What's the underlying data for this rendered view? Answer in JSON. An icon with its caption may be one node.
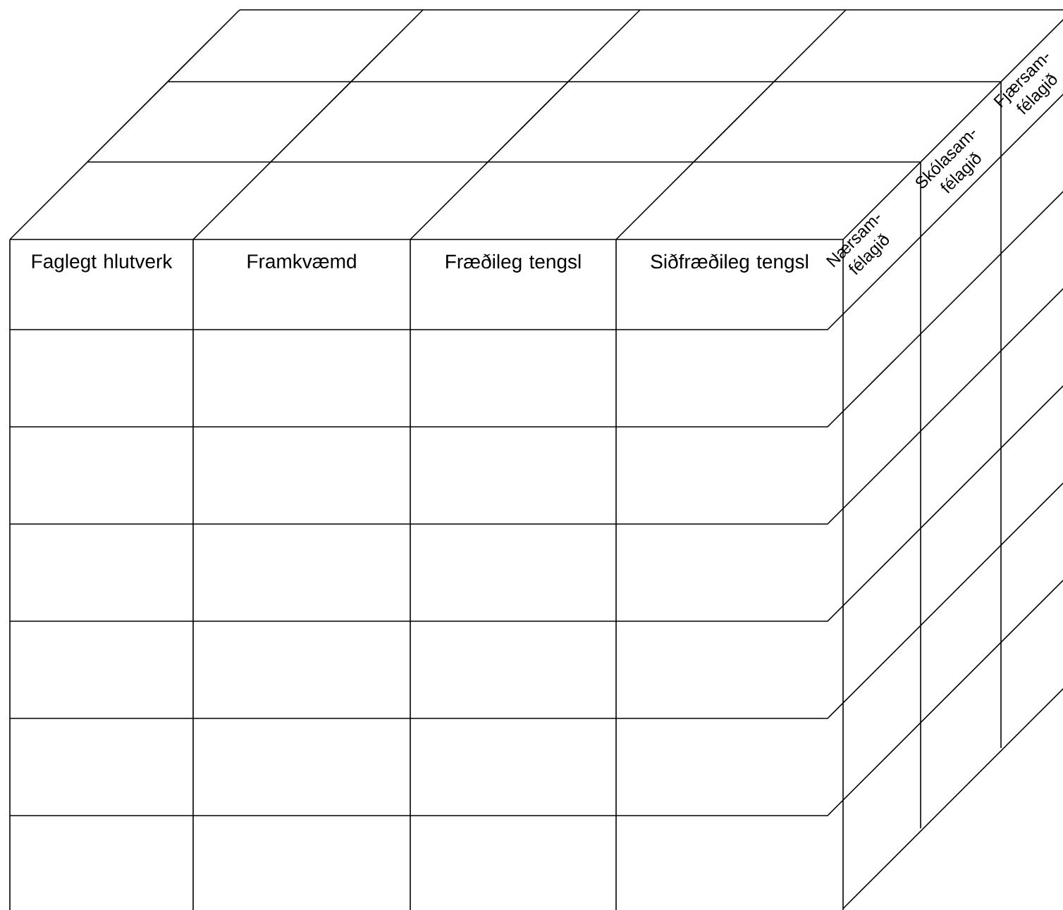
{
  "diagram": {
    "labels": [
      "Faglegt hlutverk",
      "Framkvæmd",
      "Fræðileg tengsl",
      "Siðfræðileg tengsl",
      "Nærsam- félagið",
      "Skólasam- félagið",
      "Fjærsam- félagið"
    ]
  }
}
